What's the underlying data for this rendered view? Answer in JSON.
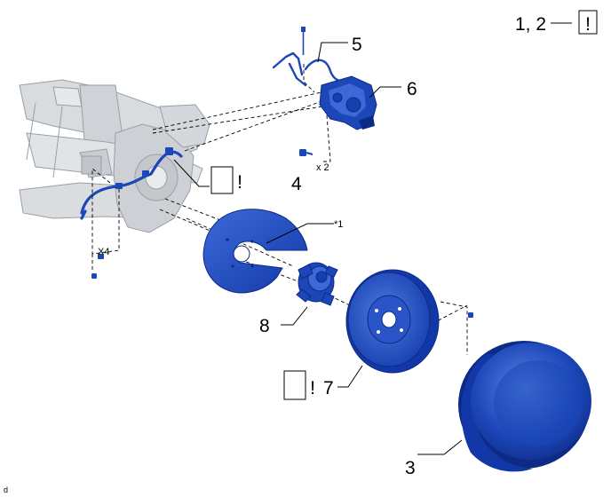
{
  "callouts": {
    "steps_1_2": "1, 2",
    "caliper_wire": "5",
    "caliper": "6",
    "caliper_bolt": "4",
    "bolt_qty": "x 2",
    "knuckle_bolt_qty": "X4",
    "dust_cover_mark": "*1",
    "hub": "8",
    "rotor": "7",
    "wheel": "3",
    "corner_code": "d"
  },
  "symbols": {
    "caution_glyph": "!"
  },
  "colors": {
    "part_blue": "#1c47b8",
    "part_blue_dark": "#0d2a86",
    "part_blue_light": "#5a86e6",
    "chassis_gray": "#d9dcdf",
    "chassis_line": "#9a9fa6"
  }
}
